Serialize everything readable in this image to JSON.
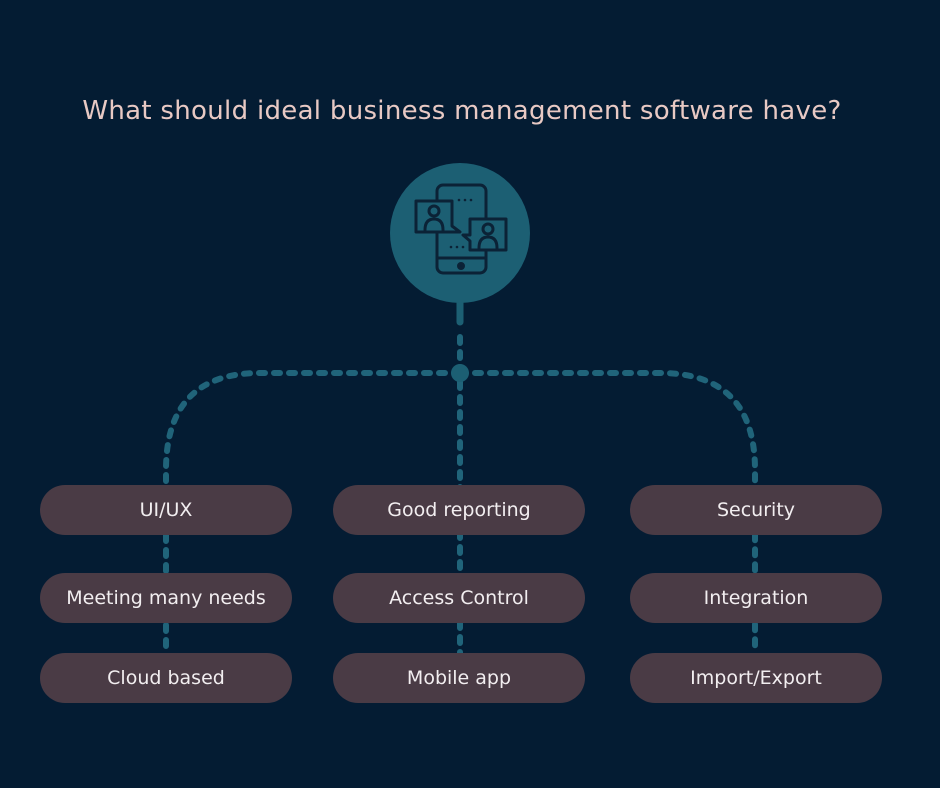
{
  "title": "What should ideal business management software have?",
  "hub": {
    "icon": "mobile-video-chat-icon"
  },
  "colors": {
    "background": "#041c33",
    "accent": "#1c5f73",
    "connector": "#20647a",
    "pill": "#4a3b45",
    "title": "#e8c9c4",
    "pill_text": "#f2eef0"
  },
  "columns": [
    {
      "items": [
        "UI/UX",
        "Meeting many needs",
        "Cloud based"
      ]
    },
    {
      "items": [
        "Good reporting",
        "Access Control",
        "Mobile app"
      ]
    },
    {
      "items": [
        "Security",
        "Integration",
        "Import/Export"
      ]
    }
  ]
}
